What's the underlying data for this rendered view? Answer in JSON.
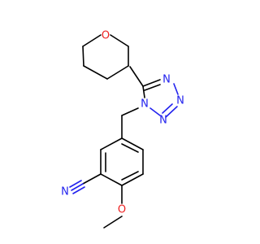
{
  "colors": {
    "background": "#ffffff",
    "carbon_bond": "#000000",
    "nitrogen": "#2222ee",
    "oxygen": "#ee2222"
  },
  "atoms": {
    "oxane_oxygen": "O",
    "tetrazole_n1": "N",
    "tetrazole_n2": "N",
    "tetrazole_n3": "N",
    "tetrazole_n4": "N",
    "nitrile_n": "N",
    "methoxy_oxygen": "O"
  }
}
